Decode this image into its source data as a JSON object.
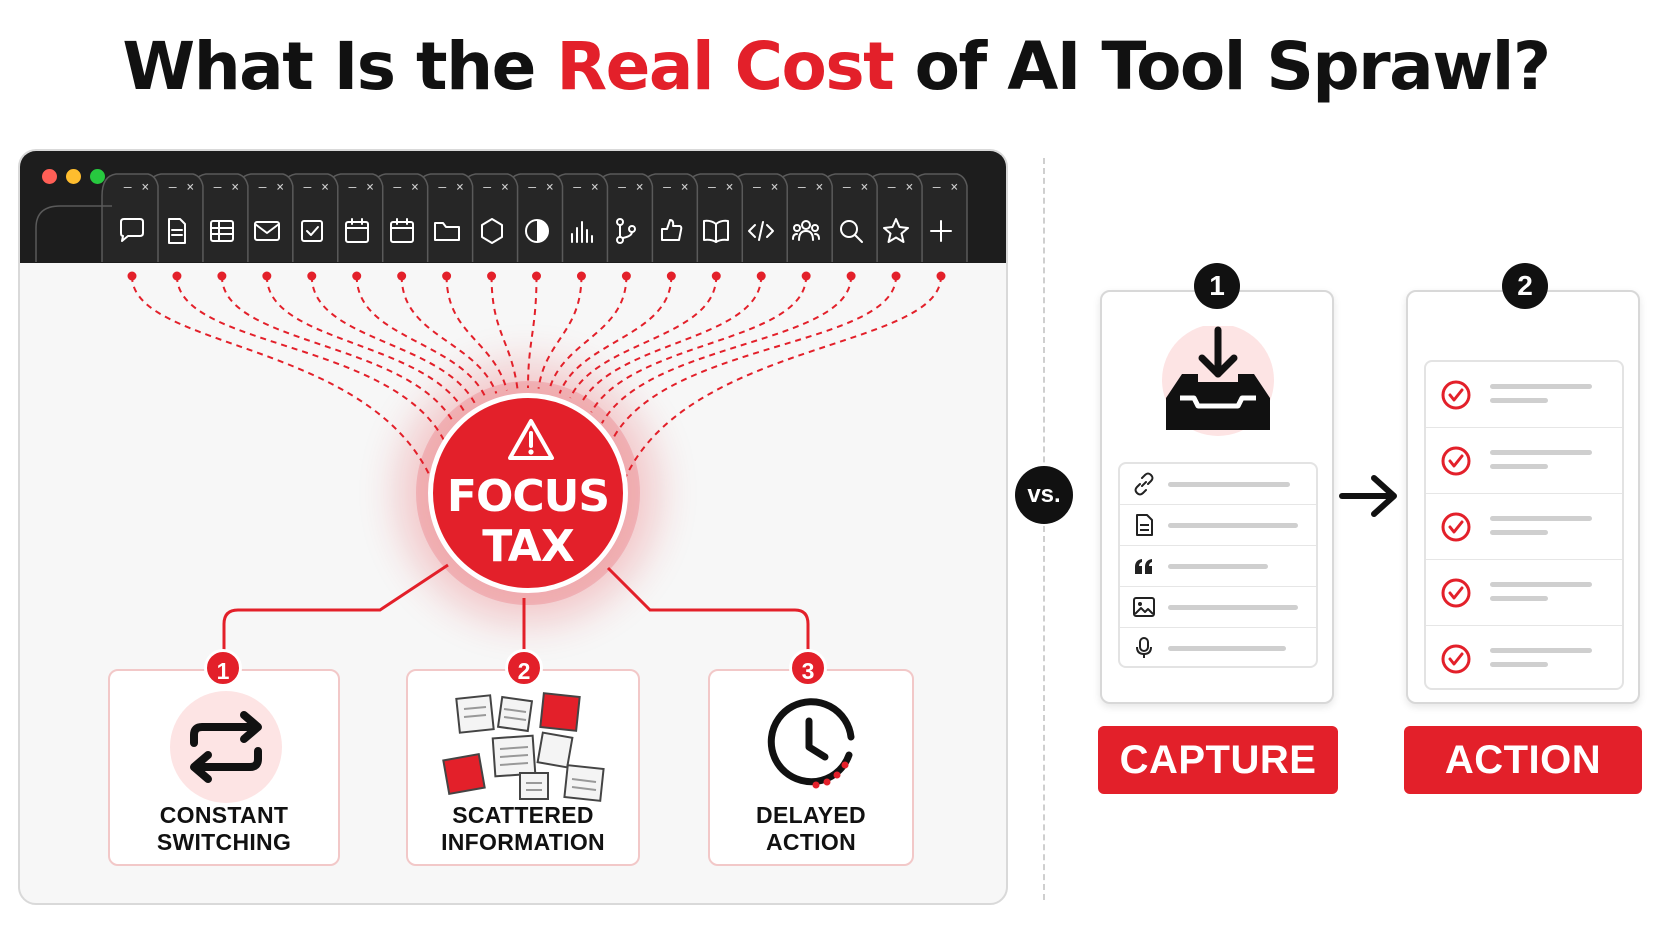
{
  "title": {
    "prefix": "What Is the ",
    "highlight": "Real Cost",
    "suffix": " of AI Tool Sprawl?"
  },
  "colors": {
    "accent": "#e3202a",
    "dark": "#111111",
    "bar": "#1d1d1d"
  },
  "browser": {
    "window_dots": [
      "#ff5f56",
      "#ffbd2e",
      "#27c93f"
    ],
    "tab_icons": [
      "chat-bubble-icon",
      "document-icon",
      "table-icon",
      "mail-icon",
      "checkbox-icon",
      "calendar-icon",
      "calendar-icon",
      "folder-icon",
      "hexagon-icon",
      "pie-chart-icon",
      "bar-chart-icon",
      "branch-icon",
      "thumbs-up-icon",
      "book-icon",
      "code-icon",
      "people-icon",
      "search-icon",
      "star-icon",
      "plus-icon"
    ]
  },
  "center": {
    "label_line1": "FOCUS",
    "label_line2": "TAX",
    "icon": "warning-triangle-icon"
  },
  "problems": [
    {
      "number": "1",
      "line1": "CONSTANT",
      "line2": "SWITCHING",
      "icon": "switch-arrows-icon"
    },
    {
      "number": "2",
      "line1": "SCATTERED",
      "line2": "INFORMATION",
      "icon": "scattered-notes-icon"
    },
    {
      "number": "3",
      "line1": "DELAYED",
      "line2": "ACTION",
      "icon": "clock-icon"
    }
  ],
  "vs_label": "vs.",
  "capture": {
    "number": "1",
    "label": "CAPTURE",
    "icon": "inbox-download-icon",
    "items": [
      "link-icon",
      "document-icon",
      "quote-icon",
      "image-icon",
      "microphone-icon"
    ]
  },
  "action": {
    "number": "2",
    "label": "ACTION",
    "item_icon": "check-circle-icon",
    "item_count": 5
  }
}
